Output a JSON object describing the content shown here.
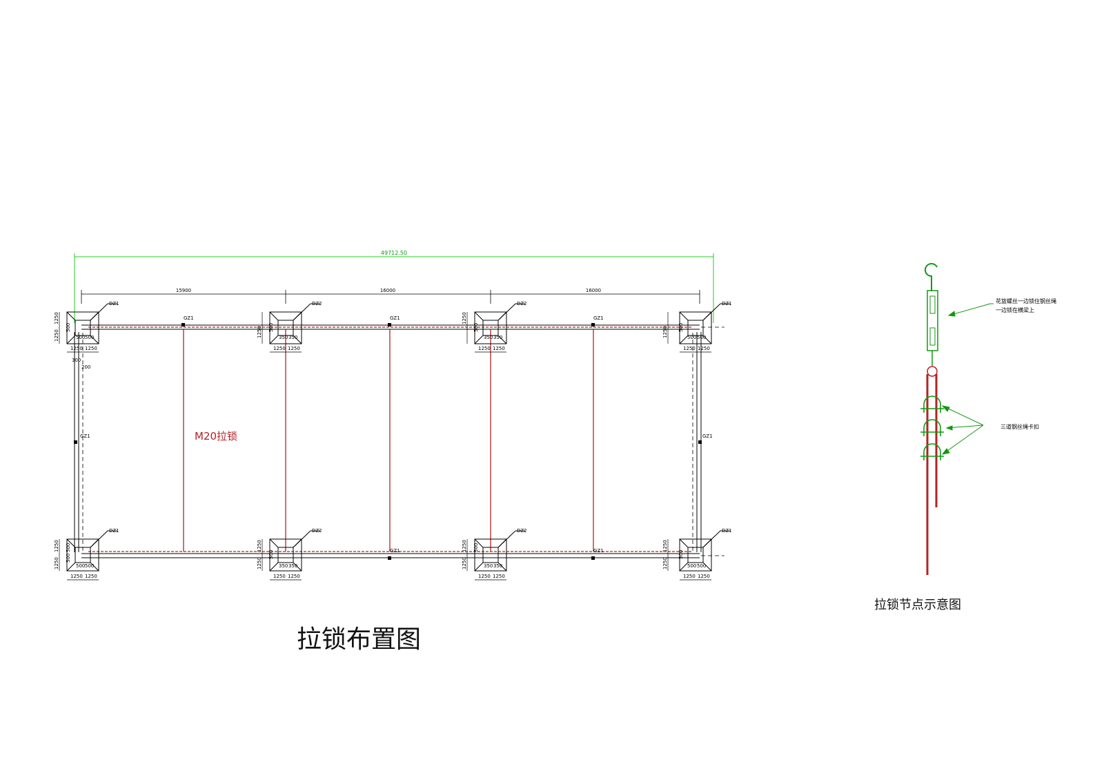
{
  "overall_dimension": "49712.50",
  "bay_dimensions": [
    "15900",
    "16000",
    "16000"
  ],
  "column_labels": {
    "top": [
      "DZ1",
      "DZ2",
      "DZ2",
      "DZ1"
    ],
    "bottom": [
      "DZ1",
      "DZ2",
      "DZ2",
      "DZ1"
    ]
  },
  "beam_labels": {
    "top": [
      "GZ1",
      "GZ1",
      "GZ1"
    ],
    "bottom": [
      "GZ1",
      "GZ1"
    ],
    "left": "GZ1",
    "right": "GZ1"
  },
  "pad_dims": {
    "side": "1250",
    "inner_left": "500",
    "inner_right": "500",
    "inner_mid": "350",
    "offset_a": "300",
    "offset_b": "200"
  },
  "tie_label": "M20拉锁",
  "main_title": "拉锁布置图",
  "detail": {
    "title": "拉锁节点示意图",
    "turnbuckle_note_line1": "花篮螺丝一边锁住钢丝绳",
    "turnbuckle_note_line2": "一边锁在横梁上",
    "clamp_note": "三道钢丝绳卡扣"
  }
}
